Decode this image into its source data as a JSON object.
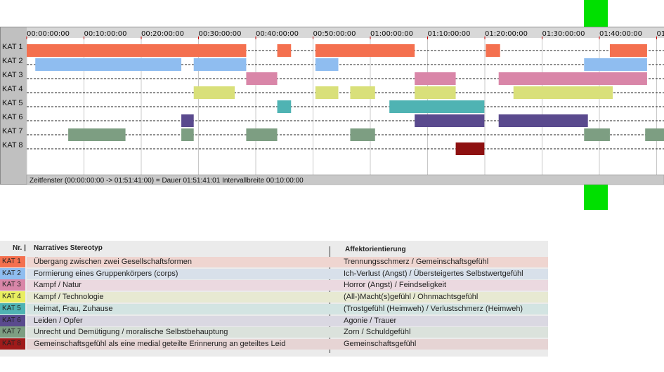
{
  "chart_data": {
    "type": "timeline",
    "x_unit": "seconds",
    "x_range": [
      0,
      6701
    ],
    "tick_labels": [
      "00:00:00:00",
      "00:10:00:00",
      "00:20:00:00",
      "00:30:00:00",
      "00:40:00:00",
      "00:50:00:00",
      "01:00:00:00",
      "01:10:00:00",
      "01:20:00:00",
      "01:30:00:00",
      "01:40:00:00",
      "01:"
    ],
    "tick_values": [
      0,
      600,
      1200,
      1800,
      2400,
      3000,
      3600,
      4200,
      4800,
      5400,
      6000,
      6600
    ],
    "status_text": "Zeitfenster (00:00:00:00 -> 01:51:41:00) = Dauer 01:51:41:01     Intervallbreite 00:10:00:00",
    "series": [
      {
        "name": "KAT 1",
        "color": "#f4704f",
        "segments": [
          [
            0,
            2300
          ],
          [
            2625,
            2770
          ],
          [
            3025,
            4065
          ],
          [
            4810,
            4960
          ],
          [
            6110,
            6500
          ]
        ]
      },
      {
        "name": "KAT 2",
        "color": "#8fbdf0",
        "segments": [
          [
            90,
            1620
          ],
          [
            1750,
            2300
          ],
          [
            3025,
            3265
          ],
          [
            5840,
            6500
          ]
        ]
      },
      {
        "name": "KAT 3",
        "color": "#d986a8",
        "segments": [
          [
            2300,
            2625
          ],
          [
            4065,
            4495
          ],
          [
            4945,
            6500
          ]
        ]
      },
      {
        "name": "KAT 4",
        "color": "#d9e07a",
        "segments": [
          [
            1750,
            2180
          ],
          [
            3025,
            3265
          ],
          [
            3390,
            3650
          ],
          [
            4065,
            4495
          ],
          [
            5100,
            6140
          ]
        ]
      },
      {
        "name": "KAT 5",
        "color": "#4fb3b3",
        "segments": [
          [
            2625,
            2770
          ],
          [
            3800,
            4795
          ]
        ]
      },
      {
        "name": "KAT 6",
        "color": "#5a4a8e",
        "segments": [
          [
            1620,
            1750
          ],
          [
            4065,
            4795
          ],
          [
            4945,
            5880
          ]
        ]
      },
      {
        "name": "KAT 7",
        "color": "#7d9e82",
        "segments": [
          [
            435,
            1035
          ],
          [
            1620,
            1750
          ],
          [
            2300,
            2625
          ],
          [
            3390,
            3650
          ],
          [
            5840,
            6110
          ],
          [
            6480,
            6701
          ]
        ]
      },
      {
        "name": "KAT 8",
        "color": "#8e1111",
        "segments": [
          [
            4495,
            4795
          ]
        ]
      }
    ]
  },
  "legend": {
    "header_nr": "Nr. |",
    "header_stereotyp": "Narratives Stereotyp",
    "header_affekt": "Affektorientierung",
    "rows": [
      {
        "kat": "KAT 1",
        "color": "#f4704f",
        "bg": "#efd5d0",
        "desc": "Übergang zwischen zwei Gesellschaftsformen",
        "aff": "Trennungsschmerz / Gemeinschaftsgefühl"
      },
      {
        "kat": "KAT 2",
        "color": "#8fbdf0",
        "bg": "#d8e0ea",
        "desc": "Formierung eines Gruppenkörpers (corps)",
        "aff": "Ich-Verlust (Angst) / Übersteigertes Selbstwertgefühl"
      },
      {
        "kat": "KAT 3",
        "color": "#d986a8",
        "bg": "#ebd9e0",
        "desc": "Kampf / Natur",
        "aff": "Horror (Angst) / Feindseligkeit"
      },
      {
        "kat": "KAT 4",
        "color": "#e9ee60",
        "bg": "#e7e9d2",
        "desc": "Kampf / Technologie",
        "aff": "(All-)Macht(s)gefühl / Ohnmachtsgefühl"
      },
      {
        "kat": "KAT 5",
        "color": "#4fb3b3",
        "bg": "#d3e4e2",
        "desc": "Heimat, Frau, Zuhause",
        "aff": "(Trostgefühl (Heimweh) / Verlustschmerz (Heimweh)"
      },
      {
        "kat": "KAT 6",
        "color": "#5a4a8e",
        "bg": "#dad8e2",
        "desc": "Leiden / Opfer",
        "aff": "Agonie / Trauer"
      },
      {
        "kat": "KAT 7",
        "color": "#7d9e82",
        "bg": "#dbe2dc",
        "desc": "Unrecht und Demütigung / moralische Selbstbehauptung",
        "aff": "Zorn / Schuldgefühl"
      },
      {
        "kat": "KAT 8",
        "color": "#a01a1a",
        "bg": "#e6d4d4",
        "desc": "Gemeinschaftsgefühl als eine medial geteilte Erinnerung an geteiltes Leid",
        "aff": "Gemeinschaftsgefühl"
      }
    ]
  }
}
